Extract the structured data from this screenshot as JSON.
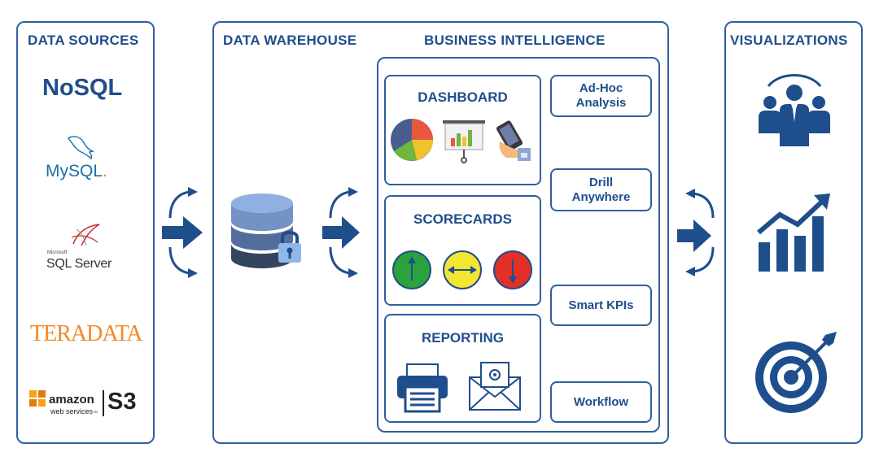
{
  "sections": {
    "data_sources": "DATA SOURCES",
    "data_warehouse": "DATA WAREHOUSE",
    "business_intelligence": "BUSINESS INTELLIGENCE",
    "visualizations": "VISUALIZATIONS"
  },
  "sources": {
    "nosql": "NoSQL",
    "mysql": "MySQL",
    "mysql_mark": ".",
    "sqlserver_small": "Microsoft",
    "sqlserver": "SQL Server",
    "teradata": "TERADATA",
    "amazon": "amazon",
    "webservices": "web services",
    "tm": "TM",
    "s3": "S3"
  },
  "bi": {
    "dashboard": "DASHBOARD",
    "scorecards": "SCORECARDS",
    "reporting": "REPORTING",
    "features": [
      "Ad-Hoc\nAnalysis",
      "Drill\nAnywhere",
      "Smart KPIs",
      "Workflow"
    ]
  },
  "colors": {
    "primary": "#1f4e8c",
    "teradata": "#f08a24",
    "mysql_blue": "#1a6fa8",
    "mysql_orange": "#e48e00",
    "aws_orange": "#f7a21b",
    "kpi_up": "#2ca23c",
    "kpi_mid": "#f4e531",
    "kpi_down": "#e33027"
  },
  "icons": [
    "db-lock-icon",
    "pie-chart-icon",
    "presentation-board-icon",
    "hand-phone-icon",
    "printer-icon",
    "email-icon",
    "team-icon",
    "growth-chart-icon",
    "target-icon"
  ]
}
